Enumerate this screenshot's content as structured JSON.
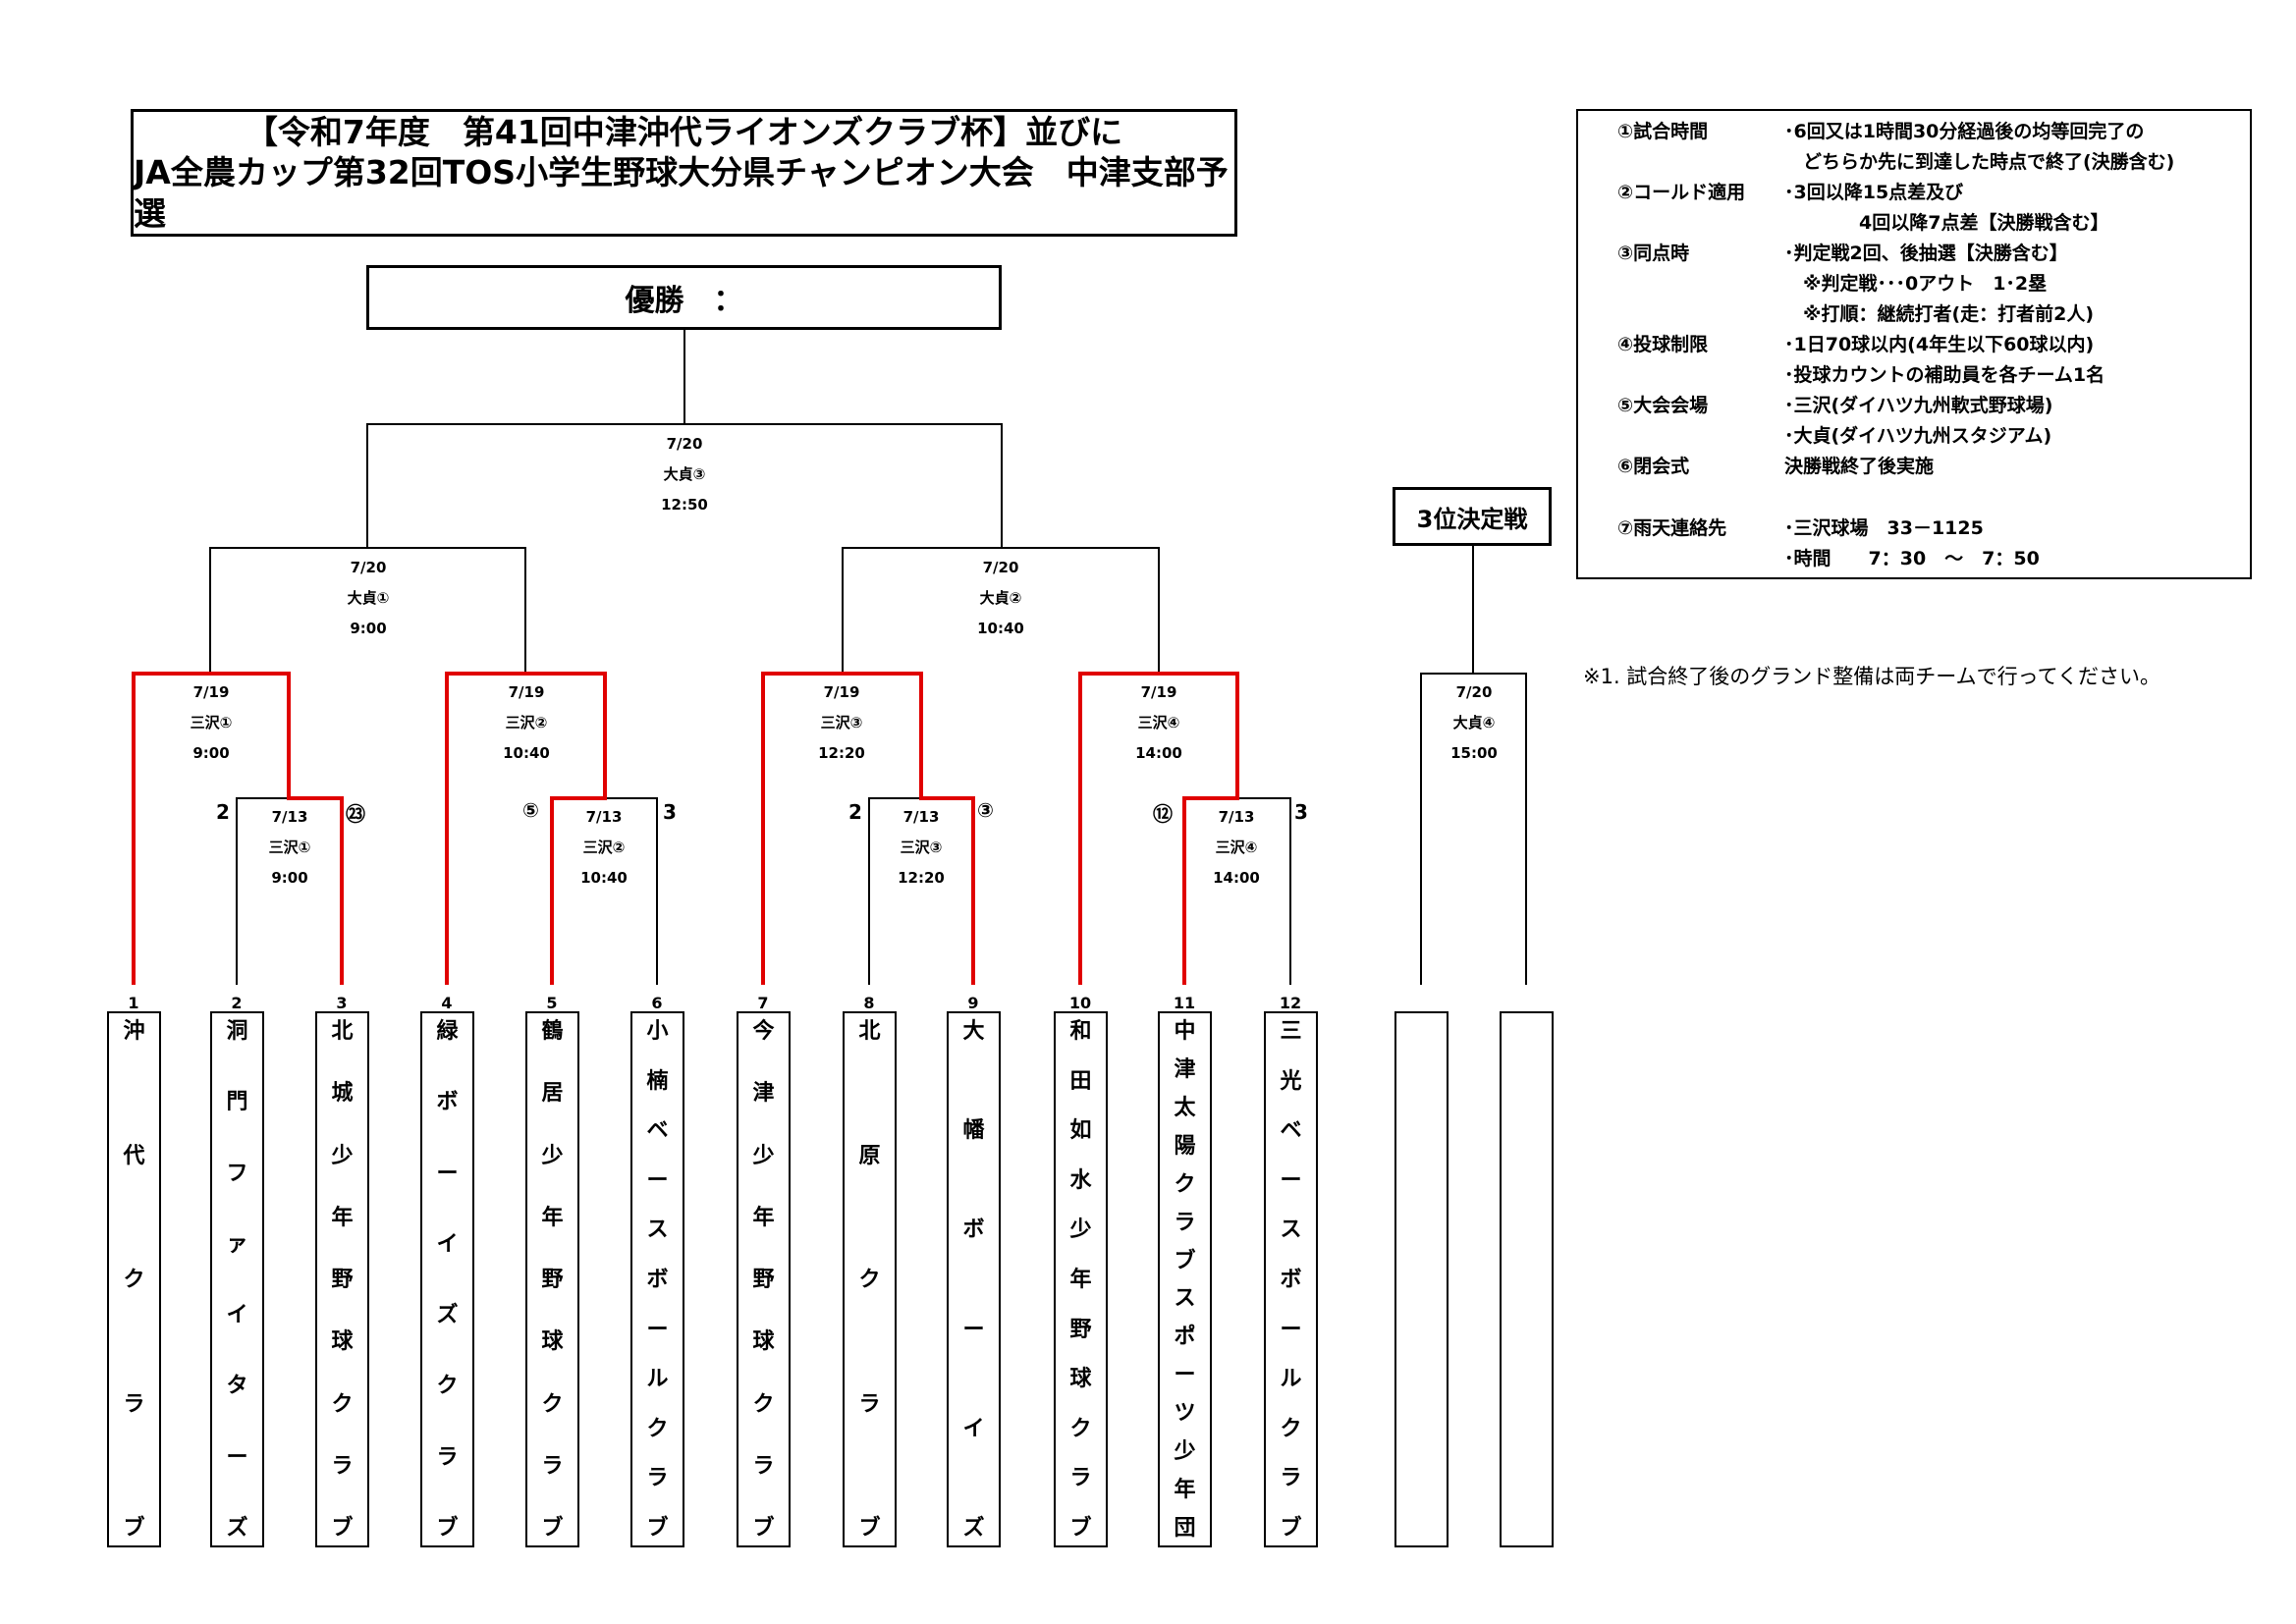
{
  "title": {
    "line1": "【令和7年度　第41回中津沖代ライオンズクラブ杯】並びに",
    "line2": "JA全農カップ第32回TOS小学生野球大分県チャンピオン大会　中津支部予選"
  },
  "winner_label": "優勝　：",
  "third_place_label": "3位決定戦",
  "rules": [
    {
      "key": "①試合時間",
      "lines": [
        "･6回又は1時間30分経過後の均等回完了の",
        "　どちらか先に到達した時点で終了(決勝含む)"
      ]
    },
    {
      "key": "②コールド適用",
      "lines": [
        "･3回以降15点差及び",
        "　　　　4回以降7点差【決勝戦含む】"
      ]
    },
    {
      "key": "③同点時",
      "lines": [
        "･判定戦2回、後抽選【決勝含む】",
        "　※判定戦･･･0アウト　1･2塁",
        "　※打順：継続打者(走：打者前2人)"
      ]
    },
    {
      "key": "④投球制限",
      "lines": [
        "･1日70球以内(4年生以下60球以内)",
        "･投球カウントの補助員を各チーム1名"
      ]
    },
    {
      "key": "⑤大会会場",
      "lines": [
        "･三沢(ダイハツ九州軟式野球場)",
        "･大貞(ダイハツ九州スタジアム)"
      ]
    },
    {
      "key": "⑥閉会式",
      "lines": [
        "決勝戦終了後実施"
      ]
    },
    {
      "key": "⑦雨天連絡先",
      "lines": [
        "･三沢球場　33－1125",
        "･時間　　7：30　～　7：50"
      ]
    }
  ],
  "note": "※1. 試合終了後のグランド整備は両チームで行ってください。",
  "matches": {
    "final": {
      "date": "7/20",
      "venue": "大貞③",
      "time": "12:50"
    },
    "semi1": {
      "date": "7/20",
      "venue": "大貞①",
      "time": "9:00"
    },
    "semi2": {
      "date": "7/20",
      "venue": "大貞②",
      "time": "10:40"
    },
    "qf1": {
      "date": "7/19",
      "venue": "三沢①",
      "time": "9:00"
    },
    "qf2": {
      "date": "7/19",
      "venue": "三沢②",
      "time": "10:40"
    },
    "qf3": {
      "date": "7/19",
      "venue": "三沢③",
      "time": "12:20"
    },
    "qf4": {
      "date": "7/19",
      "venue": "三沢④",
      "time": "14:00"
    },
    "r1a": {
      "date": "7/13",
      "venue": "三沢①",
      "time": "9:00"
    },
    "r1b": {
      "date": "7/13",
      "venue": "三沢②",
      "time": "10:40"
    },
    "r1c": {
      "date": "7/13",
      "venue": "三沢③",
      "time": "12:20"
    },
    "r1d": {
      "date": "7/13",
      "venue": "三沢④",
      "time": "14:00"
    },
    "third": {
      "date": "7/20",
      "venue": "大貞④",
      "time": "15:00"
    }
  },
  "scores": {
    "r1a_left": "2",
    "r1a_right": "㉓",
    "r1b_left": "⑤",
    "r1b_right": "3",
    "r1c_left": "2",
    "r1c_right": "③",
    "r1d_left": "⑫",
    "r1d_right": "3"
  },
  "teams": [
    {
      "num": "1",
      "chars": [
        "沖",
        "代",
        "ク",
        "ラ",
        "ブ"
      ]
    },
    {
      "num": "2",
      "chars": [
        "洞",
        "門",
        "フ",
        "ァ",
        "イ",
        "タ",
        "ー",
        "ズ"
      ]
    },
    {
      "num": "3",
      "chars": [
        "北",
        "城",
        "少",
        "年",
        "野",
        "球",
        "ク",
        "ラ",
        "ブ"
      ]
    },
    {
      "num": "4",
      "chars": [
        "緑",
        "ボ",
        "ー",
        "イ",
        "ズ",
        "ク",
        "ラ",
        "ブ"
      ]
    },
    {
      "num": "5",
      "chars": [
        "鶴",
        "居",
        "少",
        "年",
        "野",
        "球",
        "ク",
        "ラ",
        "ブ"
      ]
    },
    {
      "num": "6",
      "chars": [
        "小",
        "楠",
        "ベ",
        "ー",
        "ス",
        "ボ",
        "ー",
        "ル",
        "ク",
        "ラ",
        "ブ"
      ]
    },
    {
      "num": "7",
      "chars": [
        "今",
        "津",
        "少",
        "年",
        "野",
        "球",
        "ク",
        "ラ",
        "ブ"
      ]
    },
    {
      "num": "8",
      "chars": [
        "北",
        "原",
        "ク",
        "ラ",
        "ブ"
      ]
    },
    {
      "num": "9",
      "chars": [
        "大",
        "幡",
        "ボ",
        "ー",
        "イ",
        "ズ"
      ]
    },
    {
      "num": "10",
      "chars": [
        "和",
        "田",
        "如",
        "水",
        "少",
        "年",
        "野",
        "球",
        "ク",
        "ラ",
        "ブ"
      ]
    },
    {
      "num": "11",
      "chars": [
        "中",
        "津",
        "太",
        "陽",
        "ク",
        "ラ",
        "ブ",
        "ス",
        "ポ",
        "ー",
        "ツ",
        "少",
        "年",
        "団"
      ]
    },
    {
      "num": "12",
      "chars": [
        "三",
        "光",
        "ベ",
        "ー",
        "ス",
        "ボ",
        "ー",
        "ル",
        "ク",
        "ラ",
        "ブ"
      ]
    }
  ],
  "colors": {
    "line": "#000000",
    "winner_path": "#e00000"
  }
}
